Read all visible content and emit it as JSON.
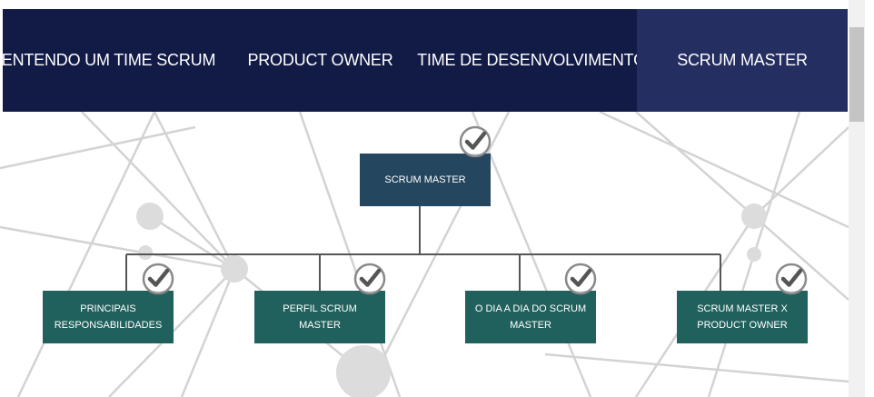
{
  "tabs": [
    {
      "label": "ENTENDO UM TIME SCRUM",
      "active": false
    },
    {
      "label": "PRODUCT OWNER",
      "active": false
    },
    {
      "label": "TIME DE DESENVOLVIMENTO",
      "active": false
    },
    {
      "label": "SCRUM MASTER",
      "active": true
    }
  ],
  "org_chart": {
    "root": {
      "label": "SCRUM MASTER",
      "completed": true
    },
    "children": [
      {
        "label": "PRINCIPAIS RESPONSABILIDADES",
        "completed": true
      },
      {
        "label": "PERFIL SCRUM MASTER",
        "completed": true
      },
      {
        "label": "O DIA A DIA DO SCRUM MASTER",
        "completed": true
      },
      {
        "label": "SCRUM MASTER X PRODUCT OWNER",
        "completed": true
      }
    ]
  },
  "colors": {
    "tabbar": "#121b46",
    "tab_active": "#242e60",
    "root_node": "#24465f",
    "child_node": "#21615d",
    "connector": "#555555",
    "check": "#555555"
  },
  "icons": {
    "checkmark": "check-circle-icon"
  }
}
